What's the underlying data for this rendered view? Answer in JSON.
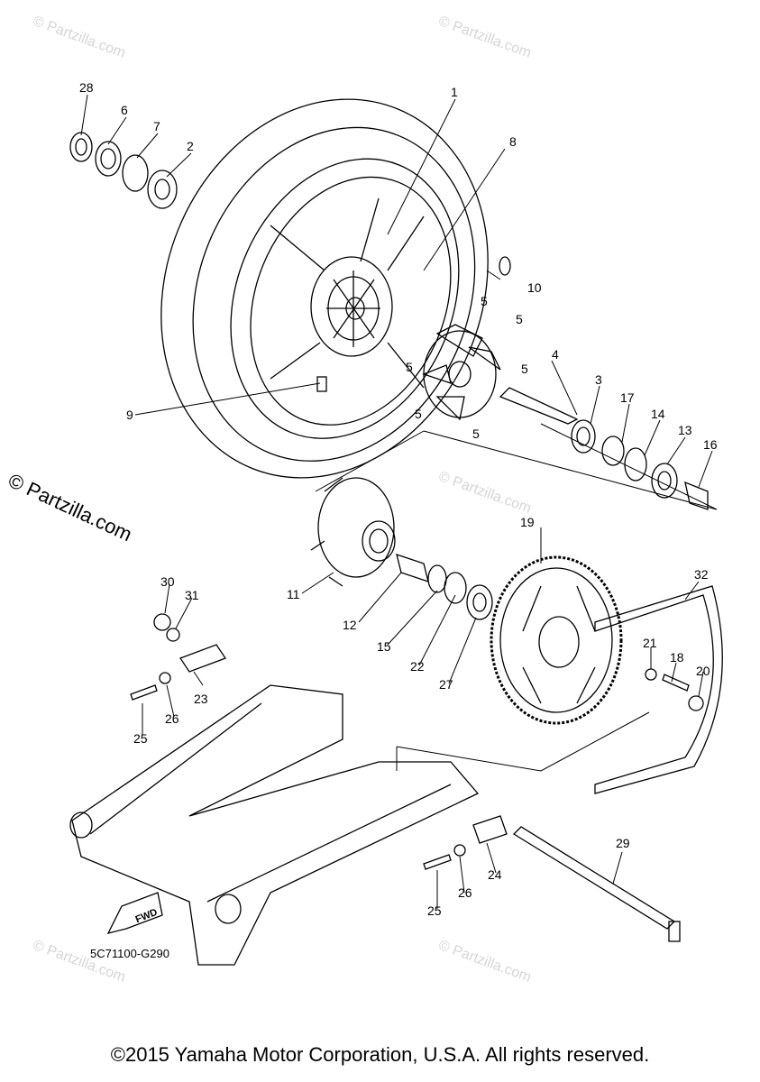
{
  "watermark": "© Partzilla.com",
  "copyright_tag": "© Partzilla.com",
  "diagram_code": "5C71100-G290",
  "fwd_label": "FWD",
  "footer": "©2015 Yamaha Motor Corporation, U.S.A. All rights reserved.",
  "callouts": {
    "c28": "28",
    "c6": "6",
    "c7": "7",
    "c2": "2",
    "c1": "1",
    "c8": "8",
    "c10": "10",
    "c5a": "5",
    "c5b": "5",
    "c5c": "5",
    "c5d": "5",
    "c5e": "5",
    "c5f": "5",
    "c4": "4",
    "c3": "3",
    "c17": "17",
    "c14": "14",
    "c13": "13",
    "c16": "16",
    "c9": "9",
    "c19": "19",
    "c32": "32",
    "c11": "11",
    "c12": "12",
    "c15": "15",
    "c22": "22",
    "c27": "27",
    "c30": "30",
    "c31": "31",
    "c23": "23",
    "c26a": "26",
    "c25a": "25",
    "c21": "21",
    "c18": "18",
    "c20": "20",
    "c29": "29",
    "c24": "24",
    "c26b": "26",
    "c25b": "25"
  }
}
